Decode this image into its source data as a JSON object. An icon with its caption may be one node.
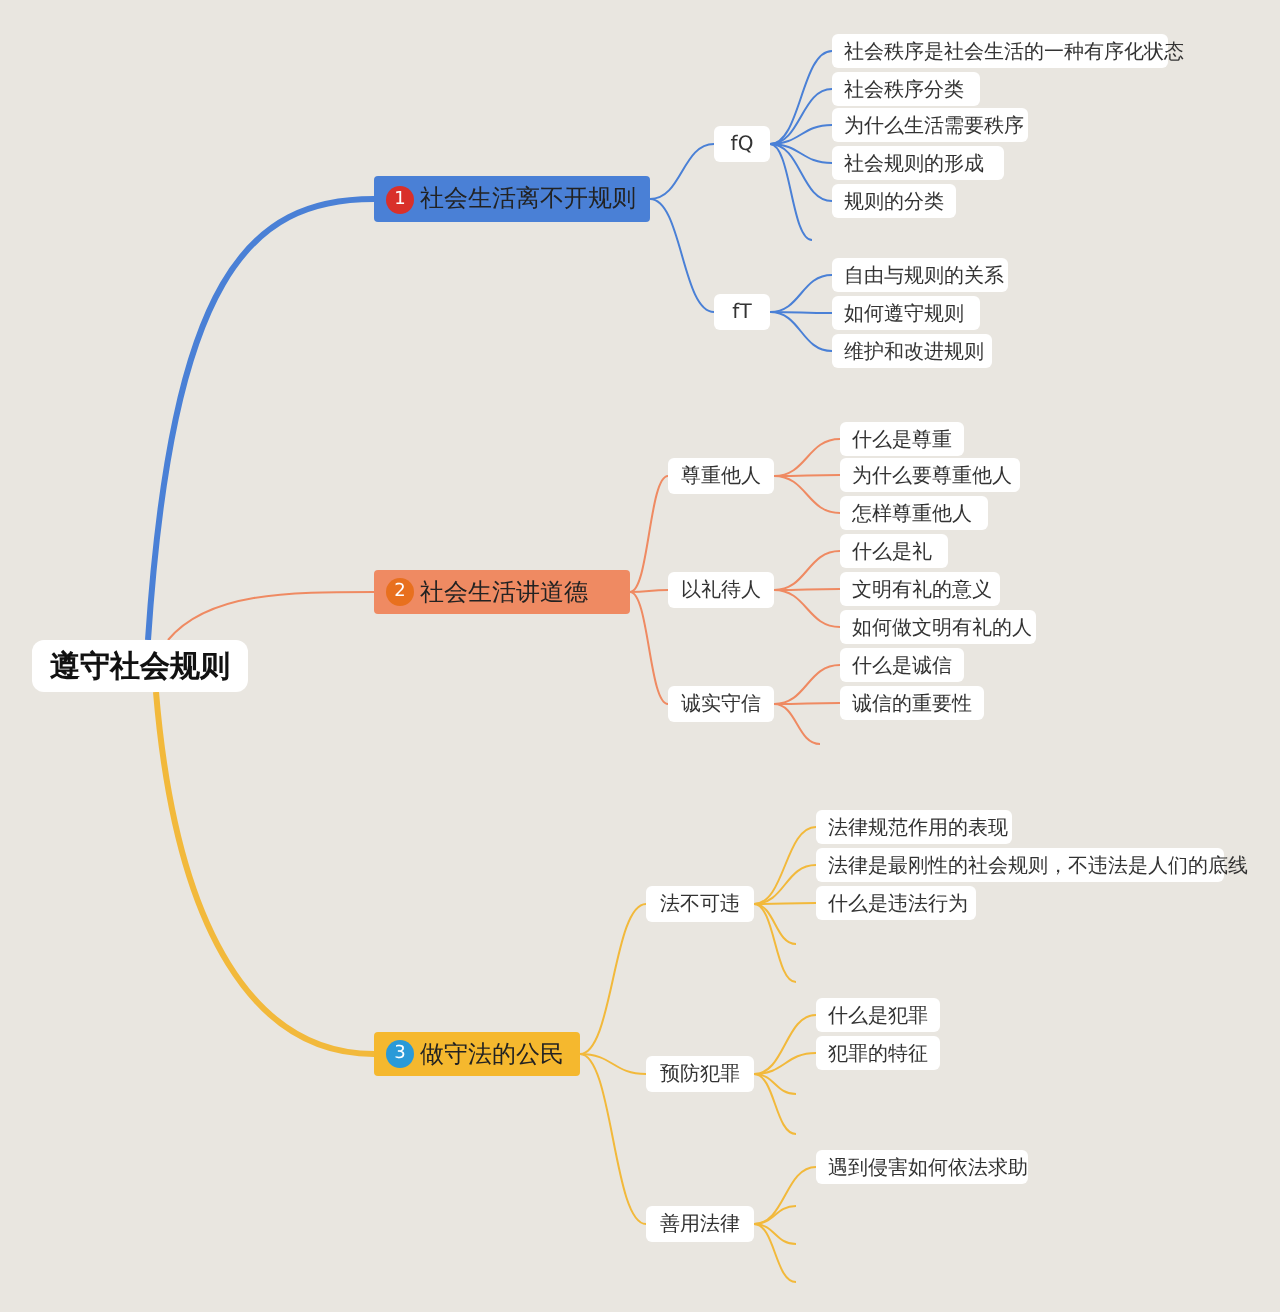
{
  "diagram": {
    "nodes": [
      {
        "text": [
          "遵守社会规则"
        ]
      },
      {
        "text": [
          "1",
          "社会生活离不开规则"
        ]
      },
      {
        "text": [
          "fQ"
        ]
      },
      {
        "text": [
          "社会秩序是社会生活的一种有序化状态"
        ]
      },
      {
        "text": [
          "社会秩序分类"
        ]
      },
      {
        "text": [
          "为什么生活需要秩序"
        ]
      },
      {
        "text": [
          "社会规则的形成"
        ]
      },
      {
        "text": [
          "规则的分类"
        ]
      },
      {
        "text": [
          "fT"
        ]
      },
      {
        "text": [
          "自由与规则的关系"
        ]
      },
      {
        "text": [
          "如何遵守规则"
        ]
      },
      {
        "text": [
          "维护和改进规则"
        ]
      },
      {
        "text": [
          "2",
          "社会生活讲道德"
        ]
      },
      {
        "text": [
          "尊重他人"
        ]
      },
      {
        "text": [
          "什么是尊重"
        ]
      },
      {
        "text": [
          "为什么要尊重他人"
        ]
      },
      {
        "text": [
          "怎样尊重他人"
        ]
      },
      {
        "text": [
          "以礼待人"
        ]
      },
      {
        "text": [
          "什么是礼"
        ]
      },
      {
        "text": [
          "文明有礼的意义"
        ]
      },
      {
        "text": [
          "如何做文明有礼的人"
        ]
      },
      {
        "text": [
          "诚实守信"
        ]
      },
      {
        "text": [
          "什么是诚信"
        ]
      },
      {
        "text": [
          "诚信的重要性"
        ]
      },
      {
        "text": [
          "3",
          "做守法的公民"
        ]
      },
      {
        "text": [
          "法不可违"
        ]
      },
      {
        "text": [
          "法律规范作用的表现"
        ]
      },
      {
        "text": [
          "法律是最刚性的社会规则，不违法是人们的底线"
        ]
      },
      {
        "text": [
          "什么是违法行为"
        ]
      },
      {
        "text": [
          "预防犯罪"
        ]
      },
      {
        "text": [
          "什么是犯罪"
        ]
      },
      {
        "text": [
          "犯罪的特征"
        ]
      },
      {
        "text": [
          "善用法律"
        ]
      },
      {
        "text": [
          "遇到侵害如何依法求助"
        ]
      }
    ],
    "edges": [
      {
        "from": 0,
        "to": 1,
        "arrow": "none",
        "style": "thick",
        "color": "#4a80d6"
      },
      {
        "from": 0,
        "to": 12,
        "arrow": "none",
        "color": "#ef8a62"
      },
      {
        "from": 0,
        "to": 24,
        "arrow": "none",
        "style": "thick"
      },
      {
        "from": 1,
        "to": 2,
        "arrow": "none",
        "color": "#4a80d6"
      },
      {
        "from": 1,
        "to": 8,
        "arrow": "none",
        "color": "#4a80d6"
      },
      {
        "from": 2,
        "to": 3,
        "arrow": "none",
        "color": "#4a80d6"
      },
      {
        "from": 2,
        "to": 4,
        "arrow": "none",
        "color": "#4a80d6"
      },
      {
        "from": 2,
        "to": 5,
        "arrow": "none",
        "color": "#4a80d6"
      },
      {
        "from": 2,
        "to": 6,
        "arrow": "none",
        "color": "#4a80d6"
      },
      {
        "from": 2,
        "to": 7,
        "arrow": "none",
        "color": "#4a80d6"
      },
      {
        "from": 2,
        "to": null,
        "arrow": "none",
        "color": "#4a80d6"
      },
      {
        "from": 8,
        "to": 9,
        "arrow": "none",
        "color": "#4a80d6"
      },
      {
        "from": 8,
        "to": 10,
        "arrow": "none",
        "color": "#4a80d6"
      },
      {
        "from": 8,
        "to": 11,
        "arrow": "none",
        "color": "#4a80d6"
      },
      {
        "from": 12,
        "to": 13,
        "arrow": "none",
        "color": "#ef8a62"
      },
      {
        "from": 12,
        "to": 17,
        "arrow": "none",
        "color": "#ef8a62"
      },
      {
        "from": 12,
        "to": 21,
        "arrow": "none",
        "color": "#ef8a62"
      },
      {
        "from": 13,
        "to": 14,
        "arrow": "none",
        "color": "#ef8a62"
      },
      {
        "from": 13,
        "to": 15,
        "arrow": "none",
        "color": "#ef8a62"
      },
      {
        "from": 13,
        "to": 16,
        "arrow": "none",
        "color": "#ef8a62"
      },
      {
        "from": 17,
        "to": 18,
        "arrow": "none",
        "color": "#ef8a62"
      },
      {
        "from": 17,
        "to": 19,
        "arrow": "none",
        "color": "#ef8a62"
      },
      {
        "from": 17,
        "to": 20,
        "arrow": "none",
        "color": "#ef8a62"
      },
      {
        "from": 21,
        "to": 22,
        "arrow": "none",
        "color": "#ef8a62"
      },
      {
        "from": 21,
        "to": 23,
        "arrow": "none",
        "color": "#ef8a62"
      },
      {
        "from": 21,
        "to": null,
        "arrow": "none",
        "color": "#ef8a62"
      },
      {
        "from": 24,
        "to": 25,
        "arrow": "none"
      },
      {
        "from": 24,
        "to": 29,
        "arrow": "none"
      },
      {
        "from": 24,
        "to": 32,
        "arrow": "none"
      },
      {
        "from": 25,
        "to": 26,
        "arrow": "none"
      },
      {
        "from": 25,
        "to": 27,
        "arrow": "none"
      },
      {
        "from": 25,
        "to": 28,
        "arrow": "none"
      },
      {
        "from": 25,
        "to": null,
        "arrow": "none"
      },
      {
        "from": 25,
        "to": null,
        "arrow": "none"
      },
      {
        "from": 29,
        "to": 30,
        "arrow": "none"
      },
      {
        "from": 29,
        "to": 31,
        "arrow": "none"
      },
      {
        "from": 29,
        "to": null,
        "arrow": "none"
      },
      {
        "from": 29,
        "to": null,
        "arrow": "none"
      },
      {
        "from": 32,
        "to": 33,
        "arrow": "none"
      },
      {
        "from": 32,
        "to": null,
        "arrow": "none"
      },
      {
        "from": 32,
        "to": null,
        "arrow": "none"
      },
      {
        "from": 32,
        "to": null,
        "arrow": "none"
      }
    ]
  }
}
